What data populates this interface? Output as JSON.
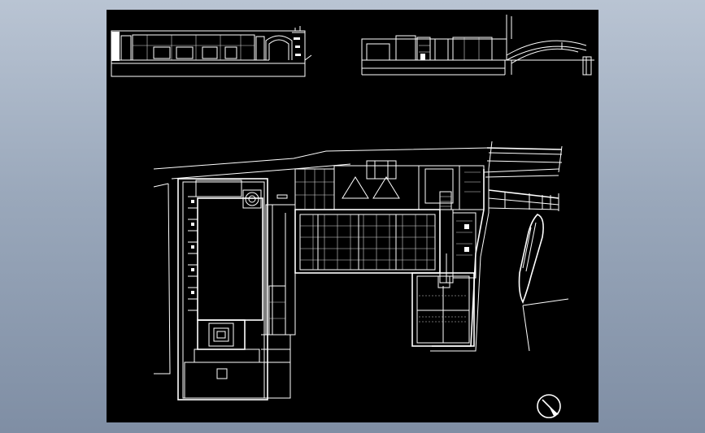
{
  "viewer": {
    "background_color": "#9aa8bb",
    "canvas_color": "#000000",
    "line_color": "#ffffff"
  },
  "drawing": {
    "elements": [
      "section-elevation-left",
      "section-elevation-right",
      "site-floor-plan",
      "bridge-walkway",
      "boat-outline",
      "north-compass"
    ]
  }
}
